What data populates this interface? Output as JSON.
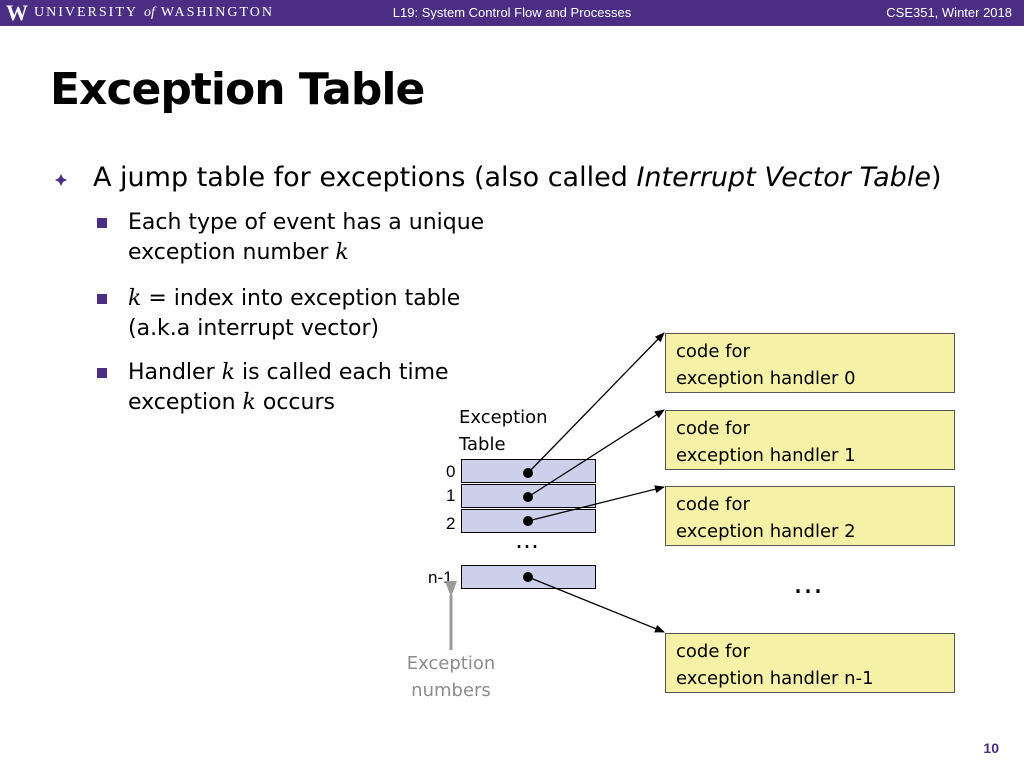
{
  "header": {
    "logo_letter": "W",
    "logo_word1": "UNIVERSITY",
    "logo_word2": "of",
    "logo_word3": "WASHINGTON",
    "lecture_title": "L19: System Control Flow and Processes",
    "course_term": "CSE351, Winter 2018"
  },
  "slide": {
    "title": "Exception Table",
    "bullet_main_pre": "A jump table for exceptions (also called ",
    "bullet_main_em": "Interrupt Vector Table",
    "bullet_main_post": ")",
    "sub1_line1": "Each type of event has a unique",
    "sub1_line2_pre": "exception number ",
    "sub1_var": "k",
    "sub2_var": "k",
    "sub2_line1_post": " = index into exception table",
    "sub2_line2": "(a.k.a interrupt vector)",
    "sub3_pre": "Handler ",
    "sub3_var": "k",
    "sub3_post": " is called each time",
    "sub3_line2_pre": "exception ",
    "sub3_var2": "k",
    "sub3_line2_post": " occurs",
    "page_number": "10"
  },
  "diagram": {
    "table_label_line1": "Exception",
    "table_label_line2": "Table",
    "indices": [
      "0",
      "1",
      "2",
      "n-1"
    ],
    "table_ellipsis": "…",
    "handler_ellipsis": "…",
    "handler_line1": "code for",
    "handlers": [
      "exception handler 0",
      "exception handler 1",
      "exception handler 2",
      "exception handler n-1"
    ],
    "numbers_label_line1": "Exception",
    "numbers_label_line2": "numbers"
  },
  "colors": {
    "header_bg": "#4b2e83",
    "cell_fill": "#ccd0ea",
    "handler_fill": "#f5f2a8",
    "muted_text": "#8c8c8c"
  }
}
